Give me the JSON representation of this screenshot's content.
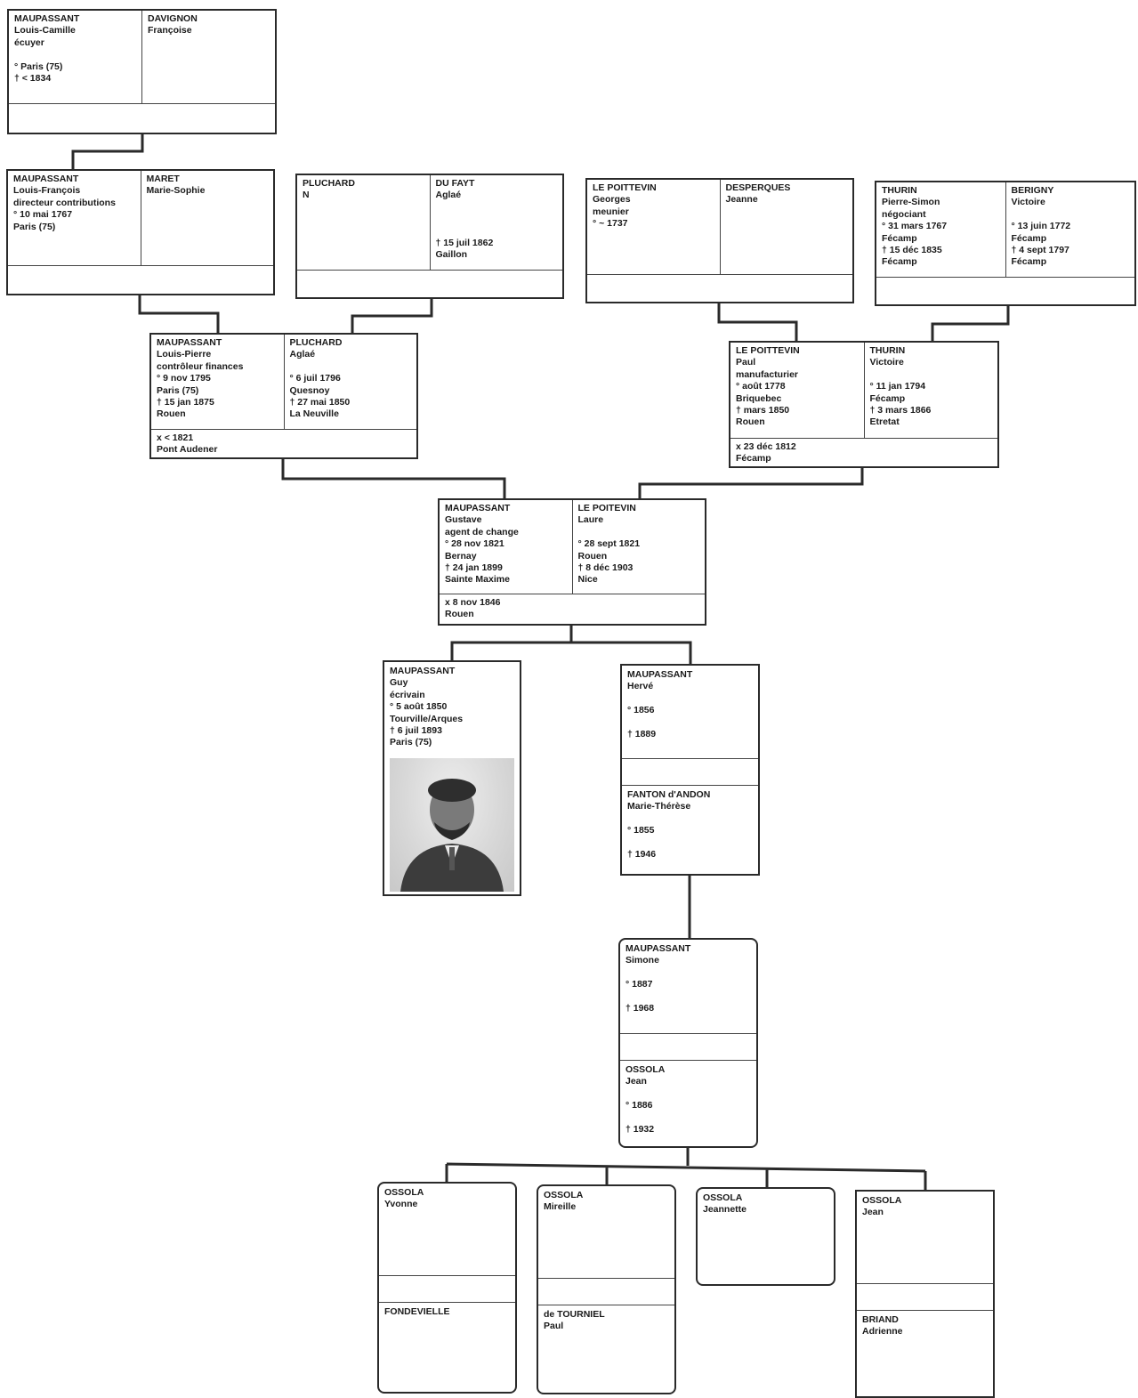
{
  "persons": {
    "g5_louis_camille": {
      "surname": "MAUPASSANT",
      "lines": [
        "Louis-Camille",
        "écuyer",
        "",
        "° Paris (75)",
        "† < 1834"
      ]
    },
    "g5_francoise": {
      "surname": "DAVIGNON",
      "lines": [
        "Françoise"
      ]
    },
    "g4_louis_francois": {
      "surname": "MAUPASSANT",
      "lines": [
        "Louis-François",
        "directeur contributions",
        "° 10 mai 1767",
        "Paris (75)"
      ]
    },
    "g4_marie_sophie": {
      "surname": "MARET",
      "lines": [
        "Marie-Sophie"
      ]
    },
    "g4_pluchard_n": {
      "surname": "PLUCHARD",
      "lines": [
        "N"
      ]
    },
    "g4_dufayt": {
      "surname": "DU FAYT",
      "lines": [
        "Aglaé",
        "",
        "",
        "",
        "† 15 juil 1862",
        "Gaillon"
      ]
    },
    "g4_georges": {
      "surname": "LE POITTEVIN",
      "lines": [
        "Georges",
        "meunier",
        "° ~ 1737"
      ]
    },
    "g4_jeanne": {
      "surname": "DESPERQUES",
      "lines": [
        "Jeanne"
      ]
    },
    "g4_pierre_simon": {
      "surname": "THURIN",
      "lines": [
        "Pierre-Simon",
        "négociant",
        "° 31 mars 1767",
        "Fécamp",
        "† 15 déc 1835",
        "Fécamp"
      ]
    },
    "g4_berigny": {
      "surname": "BERIGNY",
      "lines": [
        "Victoire",
        "",
        "° 13 juin 1772",
        "Fécamp",
        "† 4 sept 1797",
        "Fécamp"
      ]
    },
    "g3_louis_pierre": {
      "surname": "MAUPASSANT",
      "lines": [
        "Louis-Pierre",
        "contrôleur finances",
        "° 9 nov 1795",
        "Paris (75)",
        "† 15 jan 1875",
        "Rouen"
      ]
    },
    "g3_aglae": {
      "surname": "PLUCHARD",
      "lines": [
        "Aglaé",
        "",
        "° 6 juil 1796",
        "Quesnoy",
        "† 27 mai 1850",
        "La Neuville"
      ]
    },
    "g3_paul": {
      "surname": "LE POITTEVIN",
      "lines": [
        "Paul",
        "manufacturier",
        "° août 1778",
        "Briquebec",
        "† mars 1850",
        "Rouen"
      ]
    },
    "g3_victoire": {
      "surname": "THURIN",
      "lines": [
        "Victoire",
        "",
        "° 11 jan 1794",
        "Fécamp",
        "† 3 mars 1866",
        "Etretat"
      ]
    },
    "g2_gustave": {
      "surname": "MAUPASSANT",
      "lines": [
        "Gustave",
        "agent de change",
        "° 28 nov 1821",
        "Bernay",
        "† 24 jan 1899",
        "Sainte Maxime"
      ]
    },
    "g2_laure": {
      "surname": "LE POITEVIN",
      "lines": [
        "Laure",
        "",
        "° 28 sept 1821",
        "Rouen",
        "† 8 déc 1903",
        "Nice"
      ]
    },
    "g1_guy": {
      "surname": "MAUPASSANT",
      "lines": [
        "Guy",
        "écrivain",
        "° 5 août 1850",
        "Tourville/Arques",
        "† 6 juil 1893",
        "Paris (75)"
      ]
    },
    "g1_herve": {
      "surname": "MAUPASSANT",
      "lines": [
        "Hervé",
        "",
        "° 1856",
        "",
        "† 1889"
      ]
    },
    "g1_marie_therese": {
      "surname": "FANTON d'ANDON",
      "lines": [
        "Marie-Thérèse",
        "",
        "° 1855",
        "",
        "† 1946"
      ]
    },
    "g0_simone": {
      "surname": "MAUPASSANT",
      "lines": [
        "Simone",
        "",
        "° 1887",
        "",
        "† 1968"
      ]
    },
    "g0_jean_ossola": {
      "surname": "OSSOLA",
      "lines": [
        "Jean",
        "",
        "° 1886",
        "",
        "† 1932"
      ]
    },
    "c_yvonne": {
      "surname": "OSSOLA",
      "lines": [
        "Yvonne"
      ]
    },
    "c_yvonne_sp": {
      "surname": "FONDEVIELLE",
      "lines": []
    },
    "c_mireille": {
      "surname": "OSSOLA",
      "lines": [
        "Mireille"
      ]
    },
    "c_mireille_sp": {
      "surname": "de TOURNIEL",
      "lines": [
        "Paul"
      ]
    },
    "c_jeannette": {
      "surname": "OSSOLA",
      "lines": [
        "Jeannette"
      ]
    },
    "c_jean": {
      "surname": "OSSOLA",
      "lines": [
        "Jean"
      ]
    },
    "c_jean_sp": {
      "surname": "BRIAND",
      "lines": [
        "Adrienne"
      ]
    }
  },
  "marriages": {
    "g3_left": [
      "x < 1821",
      "Pont Audener"
    ],
    "g3_right": [
      "x 23 déc 1812",
      "Fécamp"
    ],
    "g2": [
      "x 8 nov 1846",
      "Rouen"
    ]
  },
  "photo_alt": "portrait-photo"
}
